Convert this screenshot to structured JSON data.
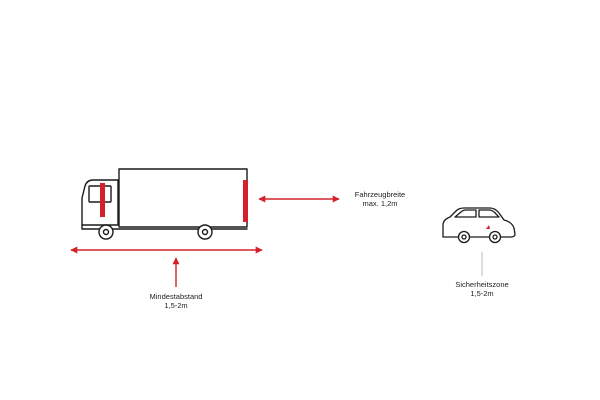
{
  "colors": {
    "outline": "#1a1a1a",
    "accent": "#d4202a",
    "guide": "#bbbbbb",
    "background": "#ffffff"
  },
  "labels": {
    "vehicle_width": {
      "title": "Fahrzeugbreite",
      "value": "max. 1,2m"
    },
    "min_distance": {
      "title": "Mindestabstand",
      "value": "1,5-2m"
    },
    "safety_zone": {
      "title": "Sicherheitszone",
      "value": "1,5-2m"
    }
  }
}
